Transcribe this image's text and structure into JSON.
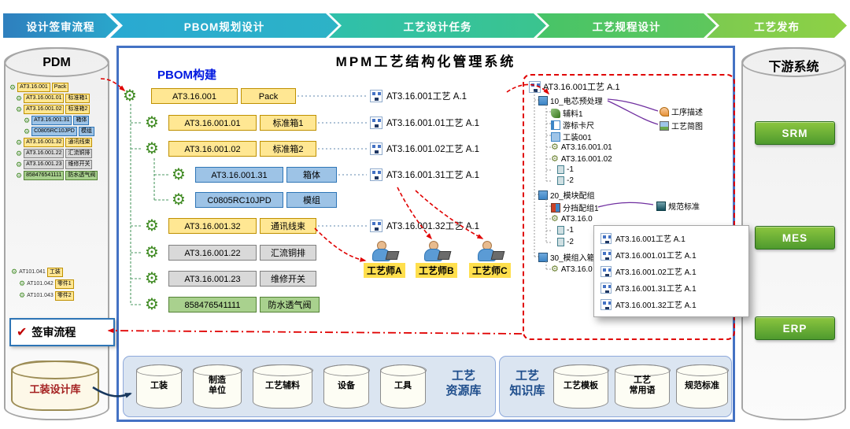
{
  "colors": {
    "chip_yellow": "#ffe793",
    "chip_blue": "#9dc3e6",
    "chip_gray": "#d9d9d9",
    "chip_green": "#a9d18e",
    "panel_border": "#4472c4",
    "flow_red": "#e00000",
    "button_green": "#4e9a2e",
    "panel_bg": "#dbe5f1"
  },
  "flow_steps": [
    {
      "label": "设计签审流程"
    },
    {
      "label": "PBOM规划设计"
    },
    {
      "label": "工艺设计任务"
    },
    {
      "label": "工艺规程设计"
    },
    {
      "label": "工艺发布"
    }
  ],
  "pdm": {
    "title": "PDM",
    "tree": [
      {
        "code": "AT3.16.001",
        "name": "Pack"
      },
      {
        "code": "AT3.16.001.01",
        "name": "标准箱1"
      },
      {
        "code": "AT3.16.001.02",
        "name": "标准箱2"
      },
      {
        "code": "AT3.16.001.31",
        "name": "箱体"
      },
      {
        "code": "C0805RC10JPD",
        "name": "模组"
      },
      {
        "code": "AT3.16.001.32",
        "name": "通讯线束"
      },
      {
        "code": "AT3.16.001.22",
        "name": "汇流铜排"
      },
      {
        "code": "AT3.16.001.23",
        "name": "维修开关"
      },
      {
        "code": "858476541111",
        "name": "防水透气阀"
      }
    ],
    "tooling_tree": [
      {
        "code": "AT101.041",
        "name": "工装"
      },
      {
        "code": "AT101.042",
        "name": "零件1"
      },
      {
        "code": "AT101.043",
        "name": "零件2"
      }
    ],
    "sign_label": "签审流程",
    "library_label": "工装设计库"
  },
  "main": {
    "title": "MPM工艺结构化管理系统",
    "pbom_label": "PBOM构建",
    "bom_tree": [
      {
        "code": "AT3.16.001",
        "name": "Pack"
      },
      {
        "code": "AT3.16.001.01",
        "name": "标准箱1"
      },
      {
        "code": "AT3.16.001.02",
        "name": "标准箱2"
      },
      {
        "code": "AT3.16.001.31",
        "name": "箱体"
      },
      {
        "code": "C0805RC10JPD",
        "name": "模组"
      },
      {
        "code": "AT3.16.001.32",
        "name": "通讯线束"
      },
      {
        "code": "AT3.16.001.22",
        "name": "汇流铜排"
      },
      {
        "code": "AT3.16.001.23",
        "name": "维修开关"
      },
      {
        "code": "858476541111",
        "name": "防水透气阀"
      }
    ],
    "process_cards": [
      "AT3.16.001工艺  A.1",
      "AT3.16.001.01工艺  A.1",
      "AT3.16.001.02工艺  A.1",
      "AT3.16.001.31工艺  A.1",
      "AT3.16.001.32工艺  A.1"
    ],
    "engineers": [
      "工艺师A",
      "工艺师B",
      "工艺师C"
    ],
    "route_tree": {
      "root": "AT3.16.001工艺 A.1",
      "ops": [
        {
          "label": "10_电芯预处理",
          "children": [
            "辅料1",
            "游标卡尺",
            "工装001",
            "AT3.16.001.01",
            "AT3.16.001.02",
            "-1",
            "-2"
          ]
        },
        {
          "label": "20_模块配组",
          "children": [
            "分挡配组1",
            "AT3.16.0",
            "-1",
            "-2"
          ]
        },
        {
          "label": "30_模组入箱",
          "children": [
            "AT3.16.0"
          ]
        }
      ]
    },
    "annotations": {
      "op_desc": "工序描述",
      "op_sketch": "工艺简图",
      "standard": "规范标准"
    },
    "popup_items": [
      "AT3.16.001工艺  A.1",
      "AT3.16.001.01工艺  A.1",
      "AT3.16.001.02工艺  A.1",
      "AT3.16.001.31工艺  A.1",
      "AT3.16.001.32工艺  A.1"
    ],
    "resource_lib": {
      "label": "工艺\n资源库",
      "cylinders": [
        "工装",
        "制造\n单位",
        "工艺辅料",
        "设备",
        "工具"
      ]
    },
    "knowledge_lib": {
      "label": "工艺\n知识库",
      "cylinders": [
        "工艺模板",
        "工艺\n常用语",
        "规范标准"
      ]
    }
  },
  "downstream": {
    "title": "下游系统",
    "systems": [
      "SRM",
      "MES",
      "ERP"
    ]
  }
}
